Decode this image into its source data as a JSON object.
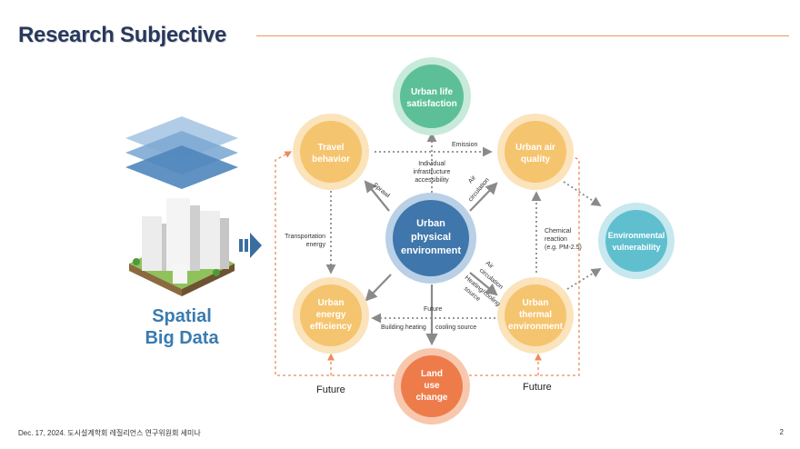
{
  "title": "Research Subjective",
  "big_data_label": [
    "Spatial",
    "Big Data"
  ],
  "nodes": {
    "life_satisfaction": [
      "Urban life",
      "satisfaction"
    ],
    "travel": [
      "Travel",
      "behavior"
    ],
    "air_quality": [
      "Urban air",
      "quality"
    ],
    "physical_env": [
      "Urban",
      "physical",
      "environment"
    ],
    "env_vulnerability": [
      "Environmental",
      "vulnerability"
    ],
    "energy": [
      "Urban",
      "energy",
      "efficiency"
    ],
    "thermal": [
      "Urban",
      "thermal",
      "environment"
    ],
    "land_use": [
      "Land",
      "use",
      "change"
    ]
  },
  "edge_labels": {
    "emission": "Emission",
    "accessibility": [
      "Individual",
      "infrastructure",
      "accessibility"
    ],
    "sprawl": "Sprawl",
    "air_circ_up": [
      "Air",
      "circulation"
    ],
    "transport_energy": [
      "Transportation",
      "energy"
    ],
    "chemical": [
      "Chemical",
      "reaction",
      "(e.g. PM-2.5)"
    ],
    "air_circ_down": [
      "Air",
      "circulation"
    ],
    "heating_cooling": [
      "Heating/cooling",
      "source"
    ],
    "future_center": "Future",
    "building_heating": "Building heating",
    "cooling_source": "cooling source",
    "future_left": "Future",
    "future_right": "Future"
  },
  "colors": {
    "title": "#28385e",
    "orange_node": "#f5c46e",
    "orange_ring": "#fbe3bb",
    "green_node": "#5cbf98",
    "teal_node": "#5fbfcf",
    "blue_node": "#3f76ab",
    "land_node": "#ee7c4a",
    "arrow_gray": "#8a8a8a",
    "arrow_orange": "#ee8a5a"
  },
  "footer": "Dec. 17, 2024. 도시설계학회 레질리언스 연구위원회 세미나",
  "page_number": "2"
}
